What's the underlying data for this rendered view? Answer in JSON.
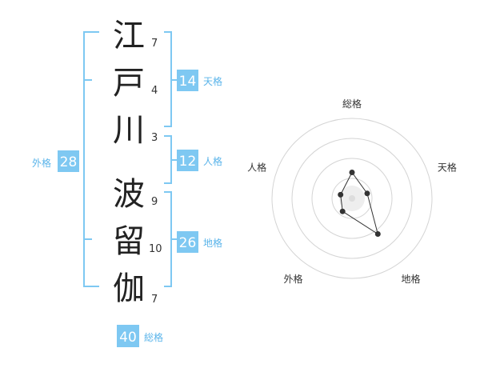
{
  "colors": {
    "accent": "#7ec8f2",
    "badge_bg": "#7ec8f2",
    "label_text": "#5ab4ea",
    "bracket": "#7ec8f2",
    "text": "#222222",
    "ring": "#d4d4d4",
    "polygon_stroke": "#333333",
    "center_dot": "#dddddd"
  },
  "name": {
    "characters": [
      {
        "char": "江",
        "strokes": "7"
      },
      {
        "char": "戸",
        "strokes": "4"
      },
      {
        "char": "川",
        "strokes": "3"
      },
      {
        "char": "波",
        "strokes": "9"
      },
      {
        "char": "留",
        "strokes": "10"
      },
      {
        "char": "伽",
        "strokes": "7"
      }
    ]
  },
  "fortune": {
    "tenkaku": {
      "value": "14",
      "label": "天格"
    },
    "jinkaku": {
      "value": "12",
      "label": "人格"
    },
    "chikaku": {
      "value": "26",
      "label": "地格"
    },
    "gaikaku": {
      "value": "28",
      "label": "外格"
    },
    "soukaku": {
      "value": "40",
      "label": "総格"
    }
  },
  "chart_data": {
    "type": "radar",
    "axes": [
      "総格",
      "天格",
      "地格",
      "外格",
      "人格"
    ],
    "rings": 4,
    "max": 4,
    "values": [
      1.3,
      0.8,
      2.2,
      0.8,
      0.6
    ]
  }
}
